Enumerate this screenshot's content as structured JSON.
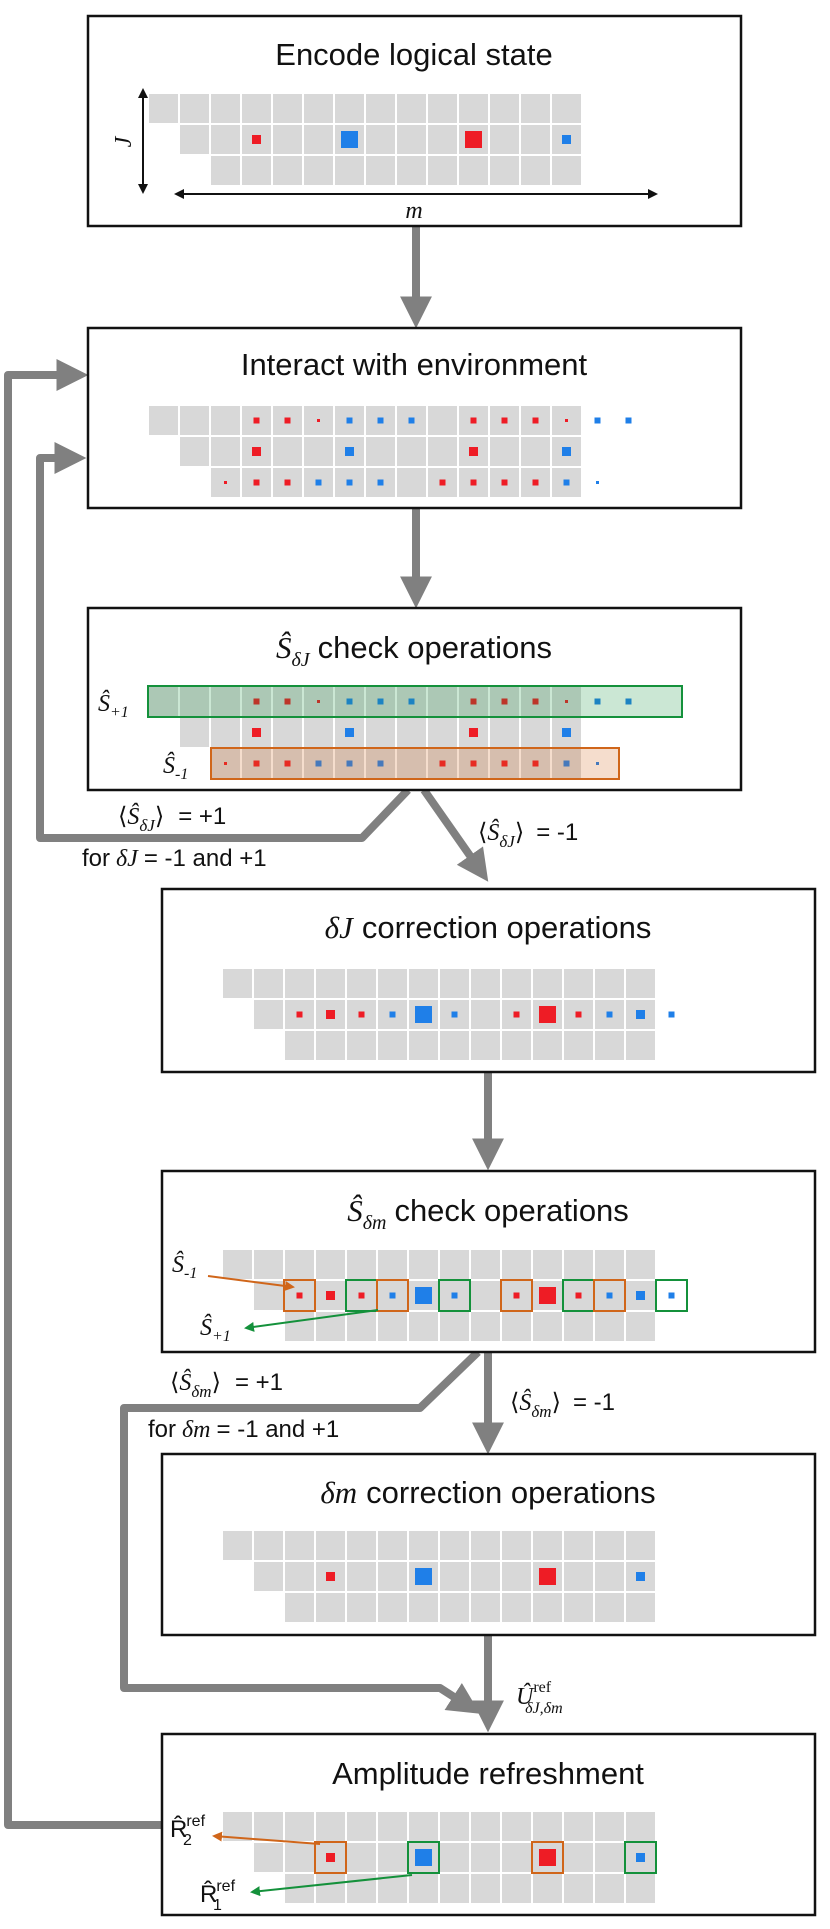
{
  "stages": {
    "encode": "Encode logical state",
    "interact": "Interact with environment",
    "check_j_suffix": "check operations",
    "correct_j_suffix": "correction operations",
    "check_m_suffix": "check operations",
    "correct_m_suffix": "correction operations",
    "refresh": "Amplitude refreshment"
  },
  "axes": {
    "j": "J",
    "m": "m"
  },
  "symbols": {
    "S_hat": "Ŝ",
    "delta_j": "δJ",
    "delta_m": "δm",
    "plus1_sub": "+1",
    "minus1_sub": "-1",
    "U_hat": "Û",
    "R_hat": "R̂",
    "ref": "ref",
    "u_sub": "δJ,δm",
    "r2_sub": "2",
    "r1_sub": "1"
  },
  "branches": {
    "langle": "⟨",
    "rangle": "⟩",
    "eq_plus": "= +1",
    "eq_minus": "= -1",
    "for_prefix": "for",
    "for_j_suffix": "= -1 and +1",
    "for_m_suffix": "= -1 and +1"
  },
  "colors": {
    "red": "#ee1c25",
    "blue": "#1f7fe8",
    "green": "#14913b",
    "orange": "#d0661a",
    "cell": "#d8d8d8",
    "flow": "#808080"
  }
}
